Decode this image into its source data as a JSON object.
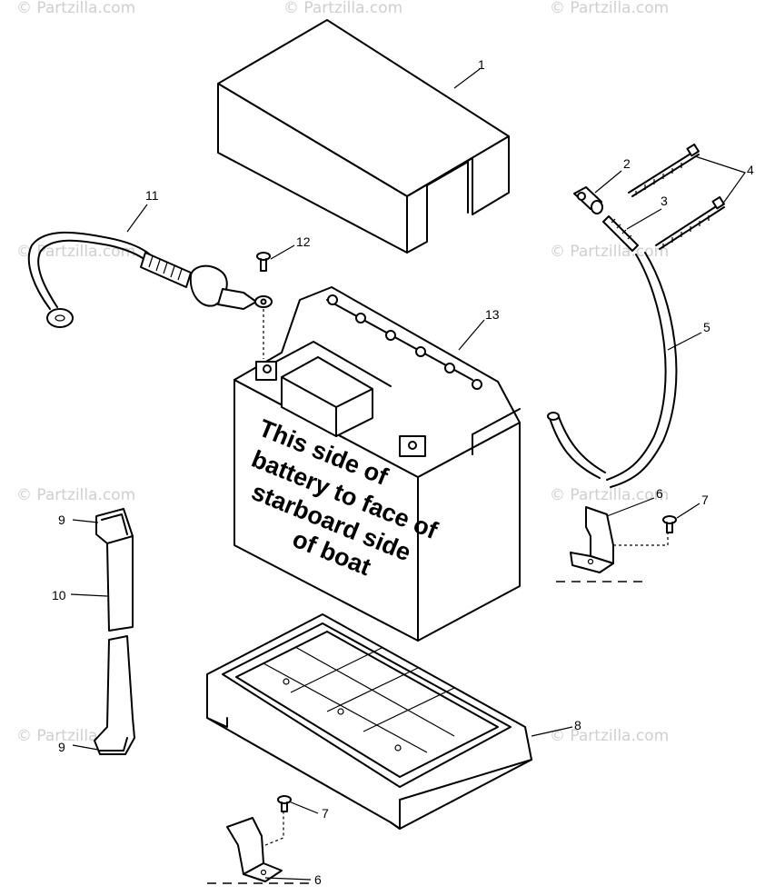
{
  "watermark": "© Partzilla.com",
  "battery_label": [
    "This side of",
    "battery to face of",
    "starboard side",
    "of boat"
  ],
  "callouts": {
    "c1": "1",
    "c2": "2",
    "c3": "3",
    "c4": "4",
    "c5": "5",
    "c6a": "6",
    "c6b": "6",
    "c7a": "7",
    "c7b": "7",
    "c8": "8",
    "c9a": "9",
    "c9b": "9",
    "c10": "10",
    "c11": "11",
    "c12": "12",
    "c13": "13"
  }
}
